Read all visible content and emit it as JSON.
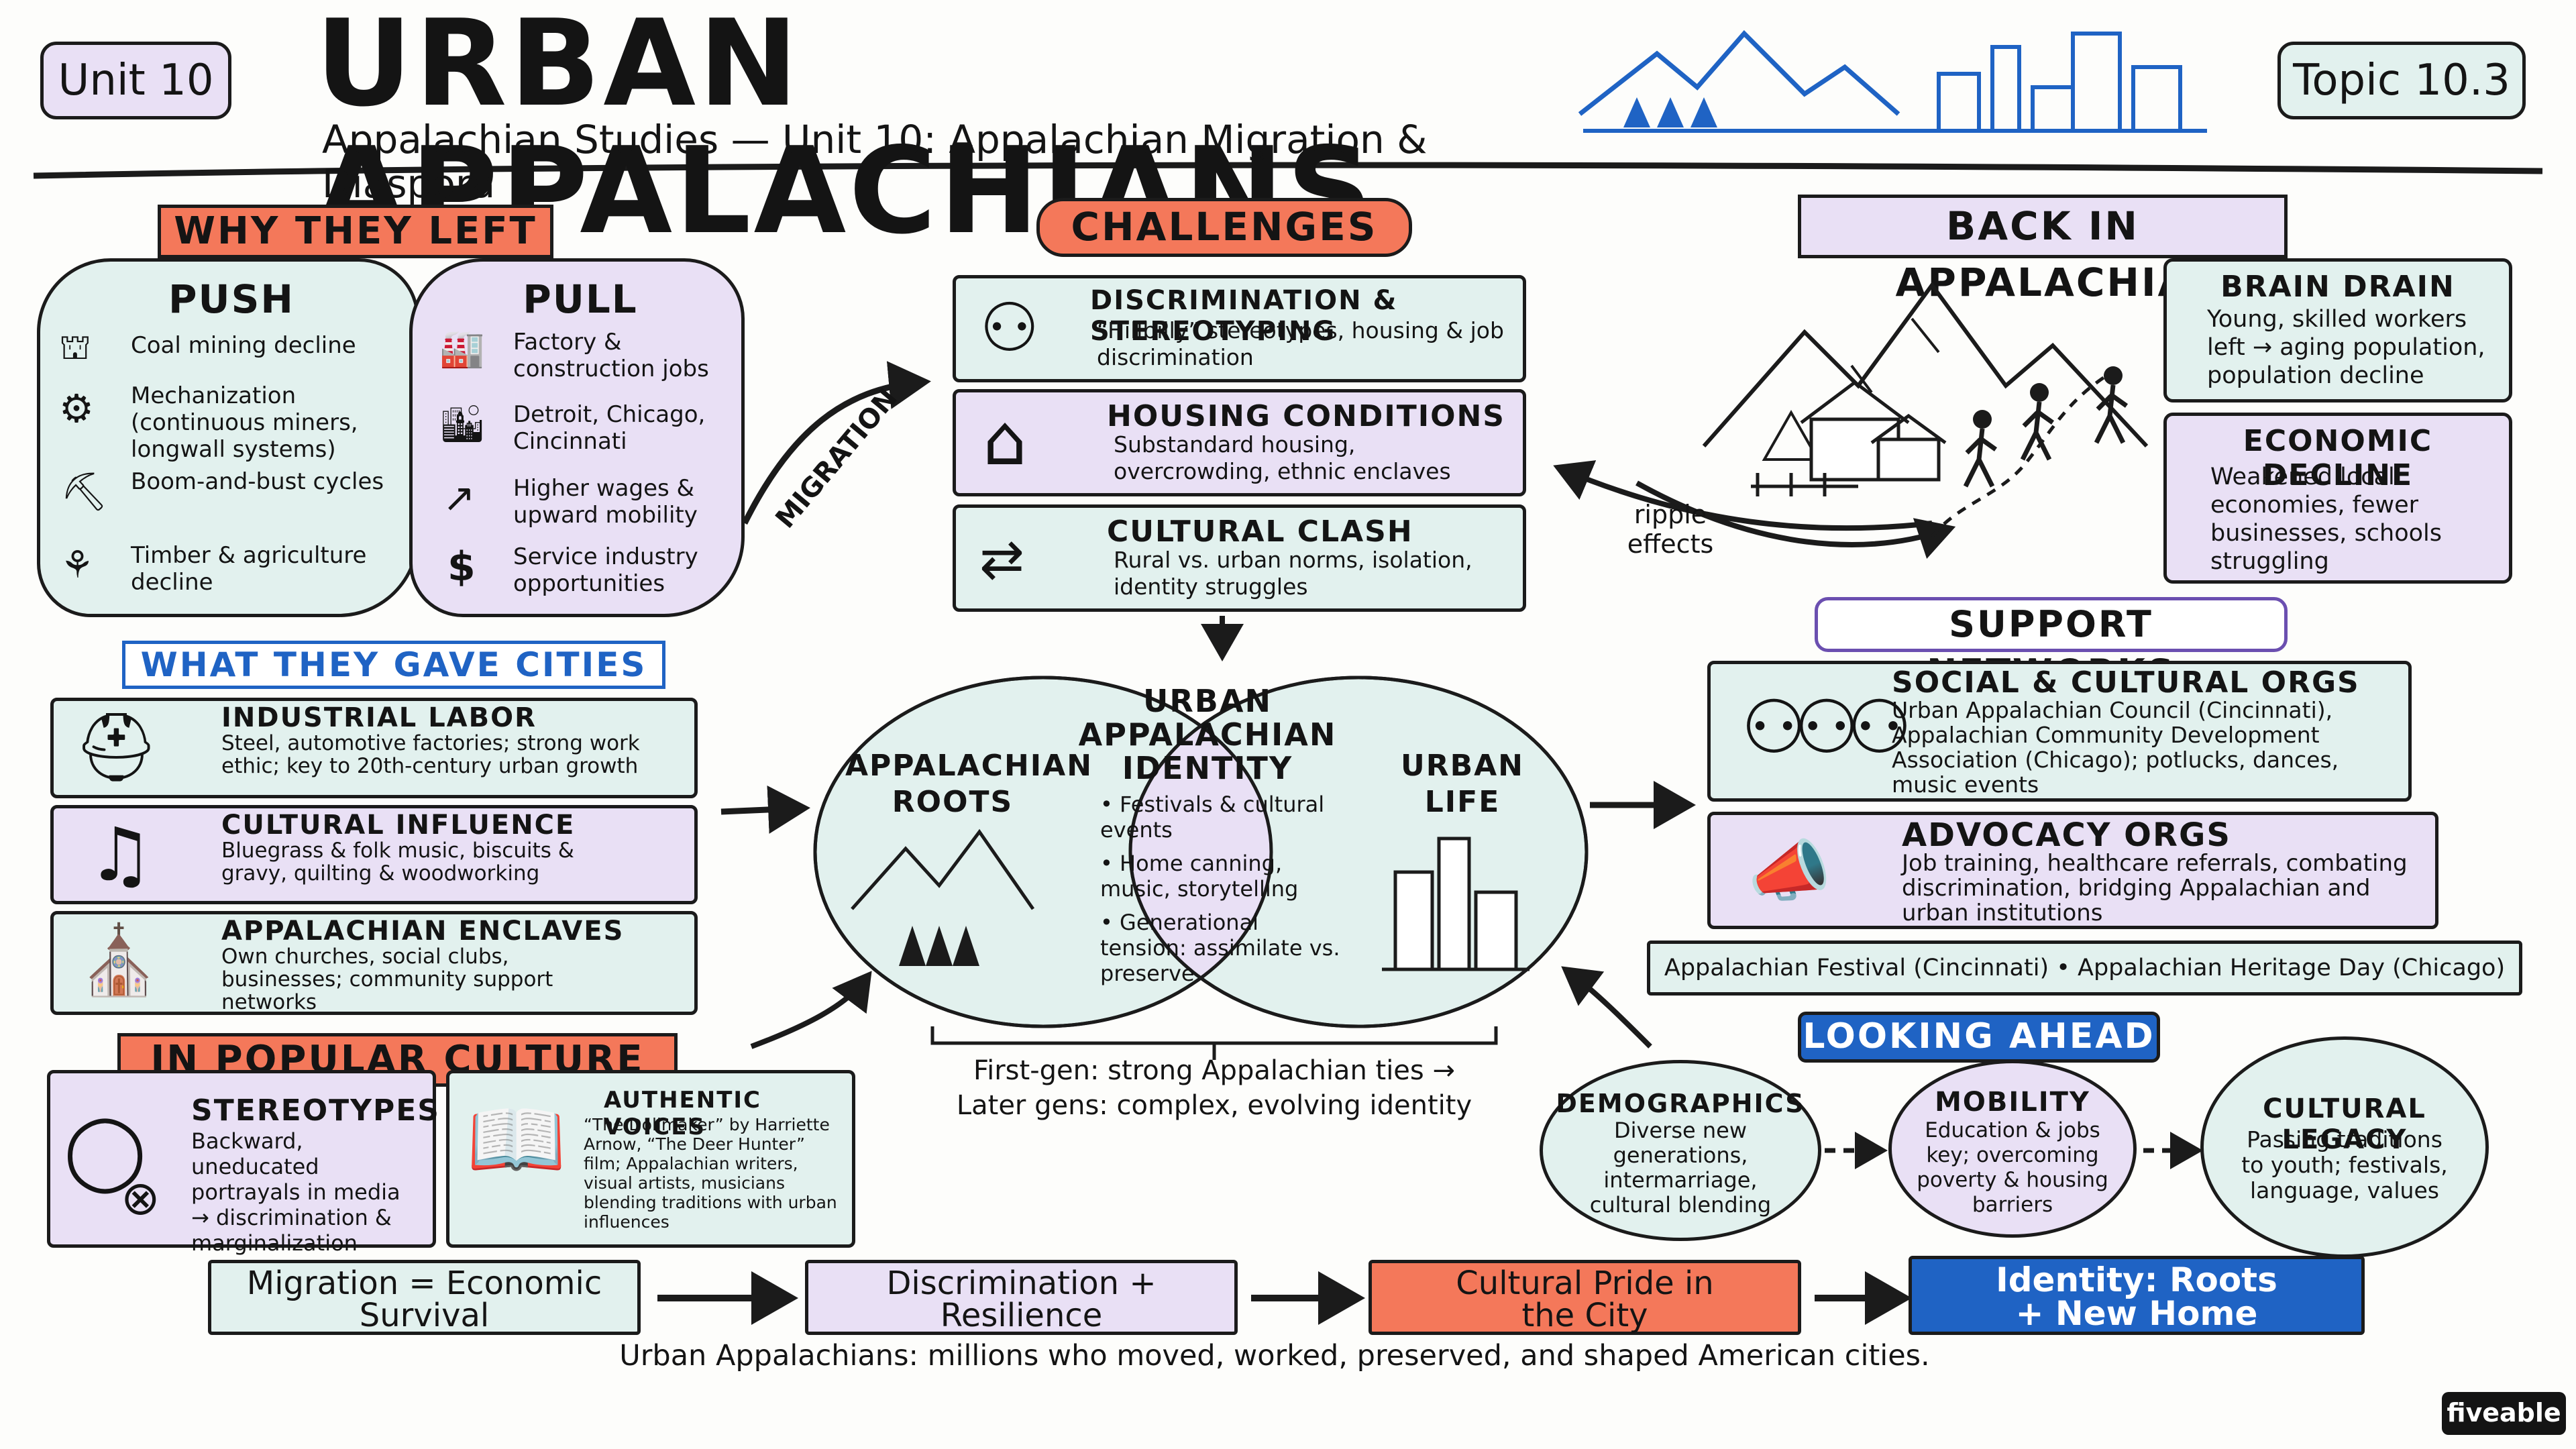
{
  "header": {
    "unit_badge": "Unit 10",
    "title": "URBAN APPALACHIANS",
    "subtitle": "Appalachian Studies — Unit 10: Appalachian Migration & Diaspora",
    "topic_badge": "Topic 10.3"
  },
  "why_they_left": {
    "title": "Why They Left",
    "push": {
      "title": "Push",
      "items": [
        "Coal mining decline",
        "Mechanization (continuous miners, longwall systems)",
        "Boom-and-bust cycles",
        "Timber & agriculture decline"
      ]
    },
    "pull": {
      "title": "Pull",
      "items": [
        "Factory & construction jobs",
        "Detroit, Chicago, Cincinnati",
        "Higher wages & upward mobility",
        "Service industry opportunities"
      ]
    },
    "arrow_label": "MIGRATION"
  },
  "challenges": {
    "title": "Challenges",
    "items": [
      {
        "title": "Discrimination & Stereotyping",
        "desc": "“Hillbilly” stereotypes, housing & job discrimination"
      },
      {
        "title": "Housing Conditions",
        "desc": "Substandard housing, overcrowding, ethnic enclaves"
      },
      {
        "title": "Cultural Clash",
        "desc": "Rural vs. urban norms, isolation, identity struggles"
      }
    ]
  },
  "back_in_appalachia": {
    "title": "Back in Appalachia",
    "ripple_label": "ripple effects",
    "items": [
      {
        "title": "Brain Drain",
        "desc": "Young, skilled workers left → aging population, population decline"
      },
      {
        "title": "Economic Decline",
        "desc": "Weakened local economies, fewer businesses, schools struggling"
      }
    ]
  },
  "what_they_gave": {
    "title": "What They Gave Cities",
    "items": [
      {
        "title": "Industrial Labor",
        "desc": "Steel, automotive factories; strong work ethic; key to 20th-century urban growth"
      },
      {
        "title": "Cultural Influence",
        "desc": "Bluegrass & folk music, biscuits & gravy, quilting & woodworking"
      },
      {
        "title": "Appalachian Enclaves",
        "desc": "Own churches, social clubs, businesses; community support networks"
      }
    ]
  },
  "venn": {
    "left": "Appalachian Roots",
    "center_title": "Urban Appalachian Identity",
    "center_items": [
      "Festivals & cultural events",
      "Home canning, music, storytelling",
      "Generational tension: assimilate vs. preserve"
    ],
    "right": "Urban Life",
    "caption_line1": "First-gen: strong Appalachian ties →",
    "caption_line2": "Later gens: complex, evolving identity"
  },
  "support_networks": {
    "title": "Support Networks",
    "items": [
      {
        "title": "Social & Cultural Orgs",
        "desc": "Urban Appalachian Council (Cincinnati), Appalachian Community Development Association (Chicago); potlucks, dances, music events"
      },
      {
        "title": "Advocacy Orgs",
        "desc": "Job training, healthcare referrals, combating discrimination, bridging Appalachian and urban institutions"
      }
    ],
    "ribbon": "Appalachian Festival (Cincinnati) • Appalachian Heritage Day (Chicago)"
  },
  "popular_culture": {
    "title": "In Popular Culture",
    "stereotypes": {
      "title": "Stereotypes",
      "desc": "Backward, uneducated portrayals in media → discrimination & marginalization"
    },
    "authentic": {
      "title": "Authentic Voices",
      "desc": "“The Dollmaker” by Harriette Arnow, “The Deer Hunter” film; Appalachian writers, visual artists, musicians blending traditions with urban influences"
    }
  },
  "looking_ahead": {
    "title": "Looking Ahead",
    "items": [
      {
        "title": "Demographics",
        "desc": "Diverse new generations, intermarriage, cultural blending"
      },
      {
        "title": "Mobility",
        "desc": "Education & jobs key; overcoming poverty & housing barriers"
      },
      {
        "title": "Cultural Legacy",
        "desc": "Passing traditions to youth; festivals, language, values"
      }
    ]
  },
  "flow": {
    "steps": [
      "Migration = Economic Survival",
      "Discrimination + Resilience",
      "Cultural Pride in the City",
      "Identity: Roots + New Home"
    ],
    "footer": "Urban Appalachians: millions who moved, worked, preserved, and shaped American cities."
  },
  "brand": "fiveable"
}
